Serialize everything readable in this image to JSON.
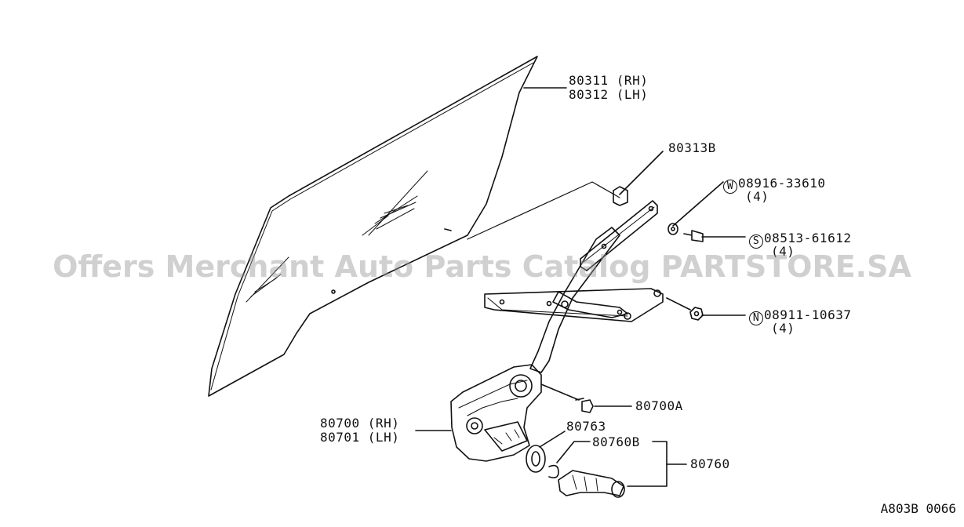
{
  "callouts": {
    "glass": [
      "80311 (RH)",
      "80312 (LH)"
    ],
    "glass_clip": "80313B",
    "washer": {
      "symbol": "W",
      "part": "08916-33610",
      "qty": "(4)"
    },
    "screw": {
      "symbol": "S",
      "part": "08513-61612",
      "qty": "(4)"
    },
    "nut": {
      "symbol": "N",
      "part": "08911-10637",
      "qty": "(4)"
    },
    "regulator_bolt": "80700A",
    "regulator": [
      "80700 (RH)",
      "80701 (LH)"
    ],
    "spacer": "80763",
    "handle_clip": "80760B",
    "handle_assy": "80760"
  },
  "watermark": "Offers Merchant Auto Parts Catalog PARTSTORE.SA",
  "diagram_code": "A803B 0066",
  "colors": {
    "line": "#111111",
    "watermark": "#969696"
  }
}
